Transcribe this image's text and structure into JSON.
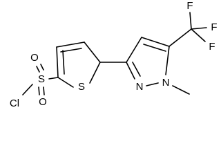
{
  "molecule": {
    "atoms": {
      "cl": "Cl",
      "s_sulfonyl": "S",
      "o_top": "O",
      "o_bottom": "O",
      "s_ring": "S",
      "n1": "N",
      "n2": "N",
      "f_top": "F",
      "f_right": "F",
      "f_lower": "F"
    },
    "colors": {
      "bond": "#000000",
      "label": "#000000",
      "background": "#ffffff"
    }
  }
}
